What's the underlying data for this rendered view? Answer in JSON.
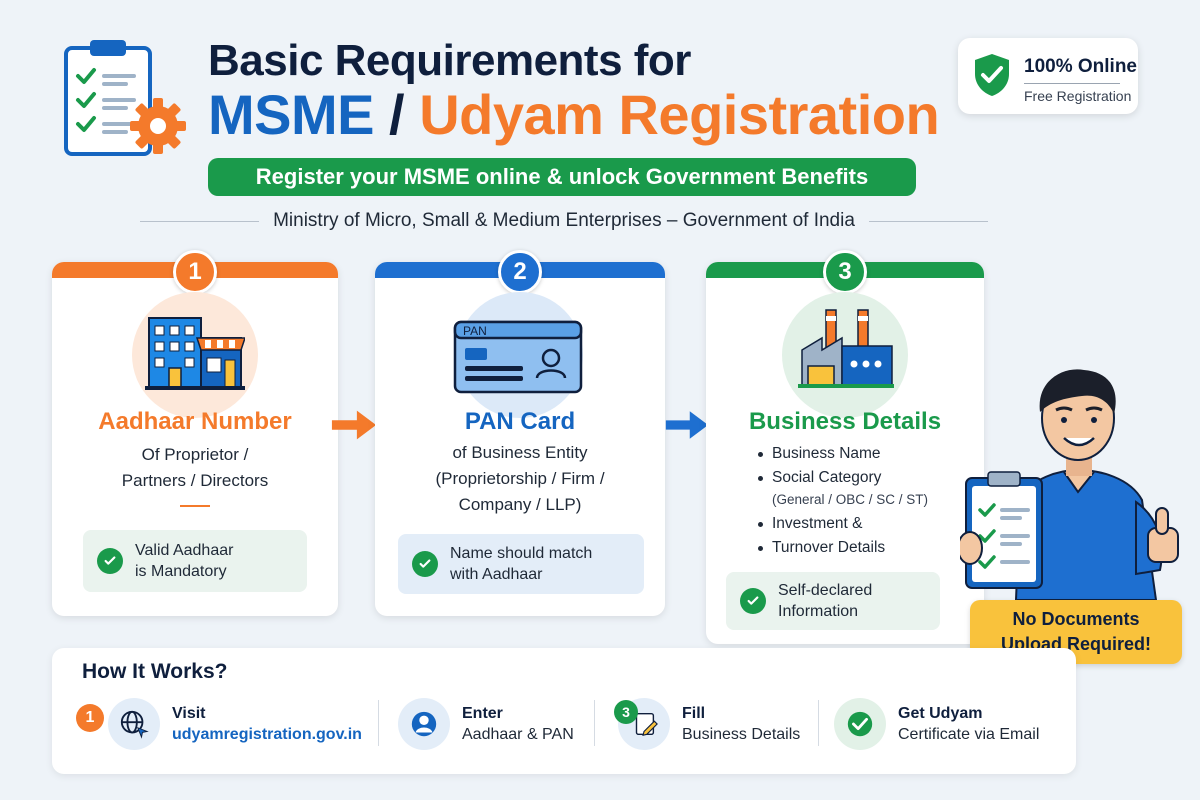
{
  "header": {
    "title_line1": "Basic Requirements for",
    "title_msme": "MSME",
    "title_slash": " / ",
    "title_udyam": "Udyam Registration",
    "banner": "Register your MSME online & unlock Government Benefits",
    "ministry": "Ministry of Micro, Small & Medium Enterprises – Government of India"
  },
  "badge": {
    "title": "100% Online",
    "subtitle": "Free Registration"
  },
  "cards": [
    {
      "number": "1",
      "title": "Aadhaar Number",
      "subtitle_lines": [
        "Of Proprietor /",
        "Partners / Directors"
      ],
      "note_lines": [
        "Valid Aadhaar",
        "is Mandatory"
      ]
    },
    {
      "number": "2",
      "title": "PAN Card",
      "icon_text": "PAN",
      "subtitle_lines": [
        "of Business Entity",
        "(Proprietorship / Firm /",
        "Company / LLP)"
      ],
      "note_lines": [
        "Name should match",
        "with Aadhaar"
      ]
    },
    {
      "number": "3",
      "title": "Business Details",
      "bullets": [
        "Business Name",
        "Social Category",
        "Investment &",
        "Turnover Details"
      ],
      "bullet_subnote": "(General / OBC / SC / ST)",
      "note_lines": [
        "Self-declared",
        "Information"
      ]
    }
  ],
  "callout": {
    "line1": "No Documents",
    "line2": "Upload Required!"
  },
  "how": {
    "title": "How It Works?",
    "steps": [
      {
        "number": "1",
        "label": "Visit",
        "detail": "udyamregistration.gov.in"
      },
      {
        "label": "Enter",
        "detail": "Aadhaar & PAN"
      },
      {
        "number": "3",
        "label": "Fill",
        "detail": "Business Details"
      },
      {
        "label": "Get Udyam",
        "detail": "Certificate via Email"
      }
    ]
  },
  "colors": {
    "orange": "#f47a2b",
    "blue": "#1565c0",
    "green": "#1a9a4b",
    "navy": "#0f1f3d",
    "yellow": "#f9c23c"
  }
}
